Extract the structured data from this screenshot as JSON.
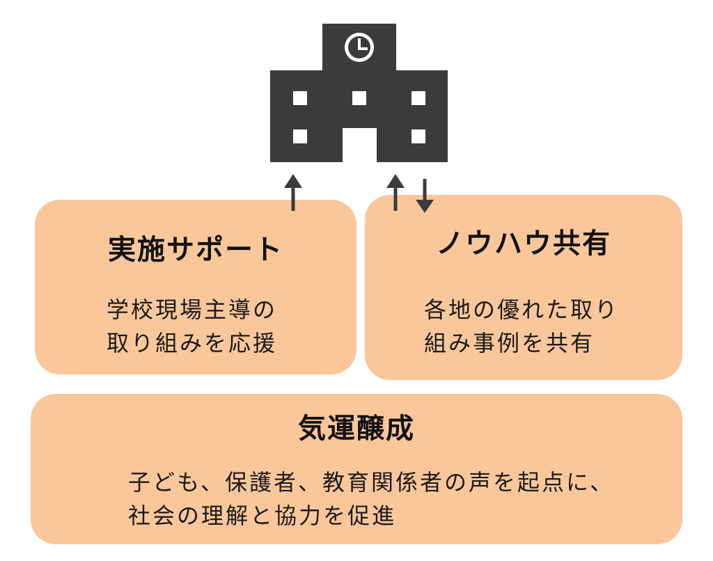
{
  "colors": {
    "box_fill": "#F9C79A",
    "building": "#3B3B3B",
    "window": "#FFFFFF",
    "arrow": "#3B3B3B"
  },
  "icons": {
    "building": "school-building-icon",
    "clock": "clock-icon"
  },
  "boxes": {
    "support": {
      "title": "実施サポート",
      "lines": [
        "学校現場主導の",
        "取り組みを応援"
      ]
    },
    "knowhow": {
      "title": "ノウハウ共有",
      "lines": [
        "各地の優れた取り",
        "組み事例を共有"
      ]
    },
    "momentum": {
      "title": "気運醸成",
      "lines": [
        "子ども、保護者、教育関係者の声を起点に、",
        "社会の理解と協力を促進"
      ]
    }
  }
}
